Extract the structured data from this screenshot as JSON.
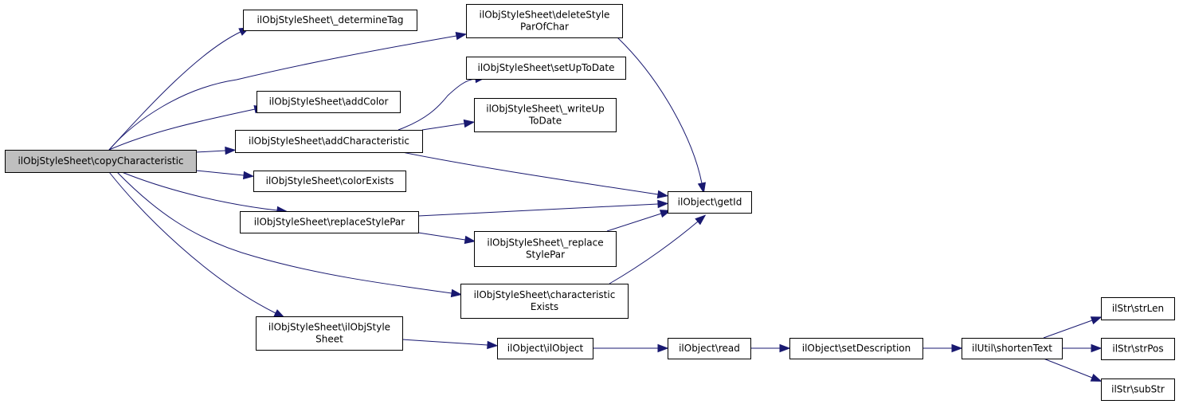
{
  "graph": {
    "type": "call-graph",
    "colors": {
      "edge": "#191970",
      "root_fill": "#bfbfbf",
      "node_fill": "#ffffff",
      "border": "#000000"
    },
    "nodes": [
      {
        "id": "copyChar",
        "lines": [
          "ilObjStyleSheet\\copyCharacteristic"
        ],
        "root": true
      },
      {
        "id": "determineTag",
        "lines": [
          "ilObjStyleSheet\\_determineTag"
        ]
      },
      {
        "id": "deleteStyle",
        "lines": [
          "ilObjStyleSheet\\deleteStyle",
          "ParOfChar"
        ]
      },
      {
        "id": "setUpToDate",
        "lines": [
          "ilObjStyleSheet\\setUpToDate"
        ]
      },
      {
        "id": "addColor",
        "lines": [
          "ilObjStyleSheet\\addColor"
        ]
      },
      {
        "id": "writeUpToDate",
        "lines": [
          "ilObjStyleSheet\\_writeUp",
          "ToDate"
        ]
      },
      {
        "id": "addChar",
        "lines": [
          "ilObjStyleSheet\\addCharacteristic"
        ]
      },
      {
        "id": "colorExists",
        "lines": [
          "ilObjStyleSheet\\colorExists"
        ]
      },
      {
        "id": "getId",
        "lines": [
          "ilObject\\getId"
        ]
      },
      {
        "id": "replaceStyle",
        "lines": [
          "ilObjStyleSheet\\replaceStylePar"
        ]
      },
      {
        "id": "_replaceStyle",
        "lines": [
          "ilObjStyleSheet\\_replace",
          "StylePar"
        ]
      },
      {
        "id": "charExists",
        "lines": [
          "ilObjStyleSheet\\characteristic",
          "Exists"
        ]
      },
      {
        "id": "ctor",
        "lines": [
          "ilObjStyleSheet\\ilObjStyle",
          "Sheet"
        ]
      },
      {
        "id": "ilObject",
        "lines": [
          "ilObject\\ilObject"
        ]
      },
      {
        "id": "read",
        "lines": [
          "ilObject\\read"
        ]
      },
      {
        "id": "setDesc",
        "lines": [
          "ilObject\\setDescription"
        ]
      },
      {
        "id": "shortenText",
        "lines": [
          "ilUtil\\shortenText"
        ]
      },
      {
        "id": "strLen",
        "lines": [
          "ilStr\\strLen"
        ]
      },
      {
        "id": "strPos",
        "lines": [
          "ilStr\\strPos"
        ]
      },
      {
        "id": "subStr",
        "lines": [
          "ilStr\\subStr"
        ]
      }
    ],
    "edges": [
      {
        "from": "copyChar",
        "to": "determineTag"
      },
      {
        "from": "copyChar",
        "to": "deleteStyle"
      },
      {
        "from": "copyChar",
        "to": "addColor"
      },
      {
        "from": "copyChar",
        "to": "addChar"
      },
      {
        "from": "copyChar",
        "to": "colorExists"
      },
      {
        "from": "copyChar",
        "to": "replaceStyle"
      },
      {
        "from": "copyChar",
        "to": "charExists"
      },
      {
        "from": "copyChar",
        "to": "ctor"
      },
      {
        "from": "deleteStyle",
        "to": "getId"
      },
      {
        "from": "addChar",
        "to": "setUpToDate"
      },
      {
        "from": "addChar",
        "to": "writeUpToDate"
      },
      {
        "from": "addChar",
        "to": "getId"
      },
      {
        "from": "replaceStyle",
        "to": "getId"
      },
      {
        "from": "replaceStyle",
        "to": "_replaceStyle"
      },
      {
        "from": "_replaceStyle",
        "to": "getId"
      },
      {
        "from": "charExists",
        "to": "getId"
      },
      {
        "from": "ctor",
        "to": "ilObject"
      },
      {
        "from": "ilObject",
        "to": "read"
      },
      {
        "from": "read",
        "to": "setDesc"
      },
      {
        "from": "setDesc",
        "to": "shortenText"
      },
      {
        "from": "shortenText",
        "to": "strLen"
      },
      {
        "from": "shortenText",
        "to": "strPos"
      },
      {
        "from": "shortenText",
        "to": "subStr"
      }
    ]
  }
}
